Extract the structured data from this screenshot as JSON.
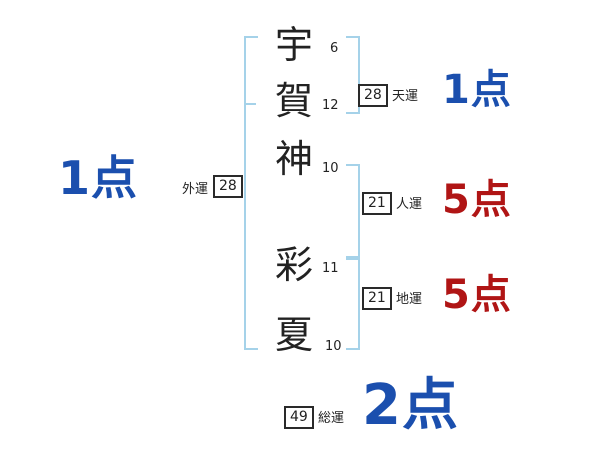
{
  "chart": {
    "surname": [
      {
        "char": "宇",
        "strokes": "6"
      },
      {
        "char": "賀",
        "strokes": "12"
      },
      {
        "char": "神",
        "strokes": "10"
      }
    ],
    "given": [
      {
        "char": "彩",
        "strokes": "11"
      },
      {
        "char": "夏",
        "strokes": "10"
      }
    ],
    "gaiun": {
      "label": "外運",
      "value": "28",
      "score": "1点"
    },
    "tenun": {
      "label": "天運",
      "value": "28",
      "score": "1点"
    },
    "jinun": {
      "label": "人運",
      "value": "21",
      "score": "5点"
    },
    "chiun": {
      "label": "地運",
      "value": "21",
      "score": "5点"
    },
    "souun": {
      "label": "総運",
      "value": "49",
      "score": "2点"
    },
    "colors": {
      "bracket": "#a5d2e9",
      "blue_score": "#1b4fae",
      "red_score": "#b01515",
      "text": "#222222"
    }
  }
}
